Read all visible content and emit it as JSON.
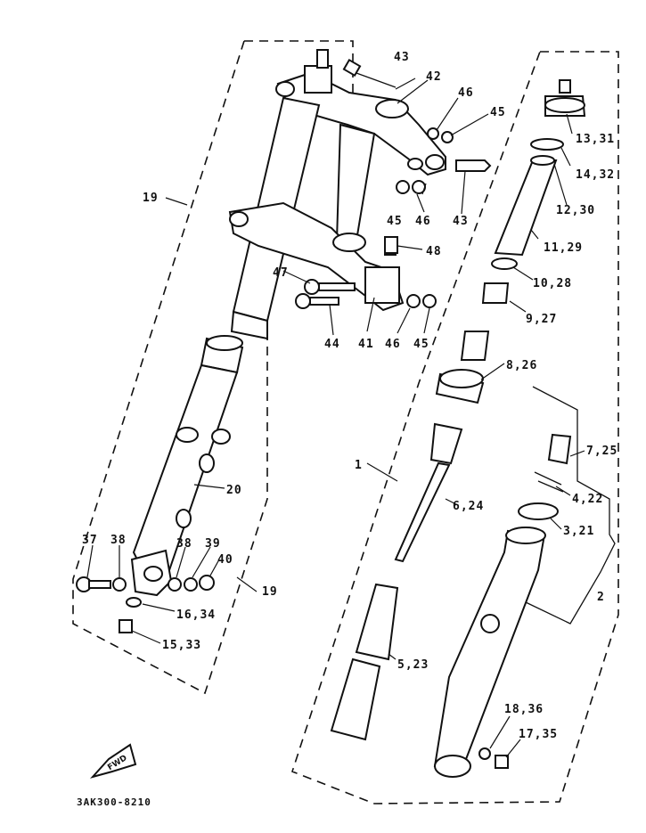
{
  "diagram": {
    "drawing_code": "3AK300-8210",
    "fwd_label": "FWD",
    "callouts": [
      {
        "id": "c43a",
        "text": "43"
      },
      {
        "id": "c42",
        "text": "42"
      },
      {
        "id": "c46a",
        "text": "46"
      },
      {
        "id": "c45a",
        "text": "45"
      },
      {
        "id": "c1331",
        "text": "13,31"
      },
      {
        "id": "c1432",
        "text": "14,32"
      },
      {
        "id": "c1230",
        "text": "12,30"
      },
      {
        "id": "c1129",
        "text": "11,29"
      },
      {
        "id": "c1028",
        "text": "10,28"
      },
      {
        "id": "c927",
        "text": "9,27"
      },
      {
        "id": "c826",
        "text": "8,26"
      },
      {
        "id": "c725",
        "text": "7,25"
      },
      {
        "id": "c422",
        "text": "4,22"
      },
      {
        "id": "c321",
        "text": "3,21"
      },
      {
        "id": "c2",
        "text": "2"
      },
      {
        "id": "c1",
        "text": "1"
      },
      {
        "id": "c624",
        "text": "6,24"
      },
      {
        "id": "c523",
        "text": "5,23"
      },
      {
        "id": "c1836",
        "text": "18,36"
      },
      {
        "id": "c1735",
        "text": "17,35"
      },
      {
        "id": "c19a",
        "text": "19"
      },
      {
        "id": "c45b",
        "text": "45"
      },
      {
        "id": "c46b",
        "text": "46"
      },
      {
        "id": "c43b",
        "text": "43"
      },
      {
        "id": "c48",
        "text": "48"
      },
      {
        "id": "c47",
        "text": "47"
      },
      {
        "id": "c44",
        "text": "44"
      },
      {
        "id": "c41",
        "text": "41"
      },
      {
        "id": "c46c",
        "text": "46"
      },
      {
        "id": "c45c",
        "text": "45"
      },
      {
        "id": "c20",
        "text": "20"
      },
      {
        "id": "c37",
        "text": "37"
      },
      {
        "id": "c38a",
        "text": "38"
      },
      {
        "id": "c38b",
        "text": "38"
      },
      {
        "id": "c39",
        "text": "39"
      },
      {
        "id": "c40",
        "text": "40"
      },
      {
        "id": "c19b",
        "text": "19"
      },
      {
        "id": "c1634",
        "text": "16,34"
      },
      {
        "id": "c1533",
        "text": "15,33"
      }
    ]
  }
}
